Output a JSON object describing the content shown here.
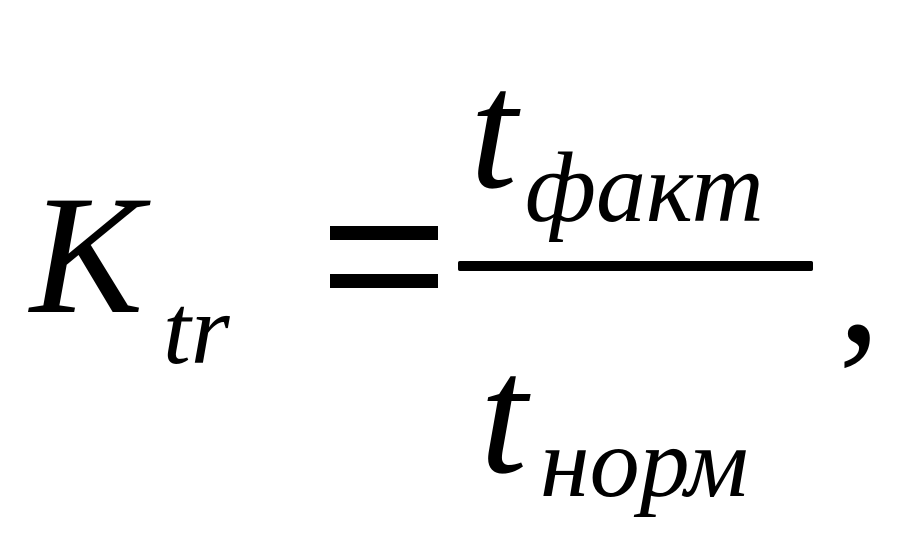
{
  "formula": {
    "lhs_symbol": "K",
    "lhs_subscript": "tr",
    "equals": "=",
    "numerator_symbol": "t",
    "numerator_subscript": "факт",
    "denominator_symbol": "t",
    "denominator_subscript": "норм",
    "trailing_punctuation": ","
  }
}
